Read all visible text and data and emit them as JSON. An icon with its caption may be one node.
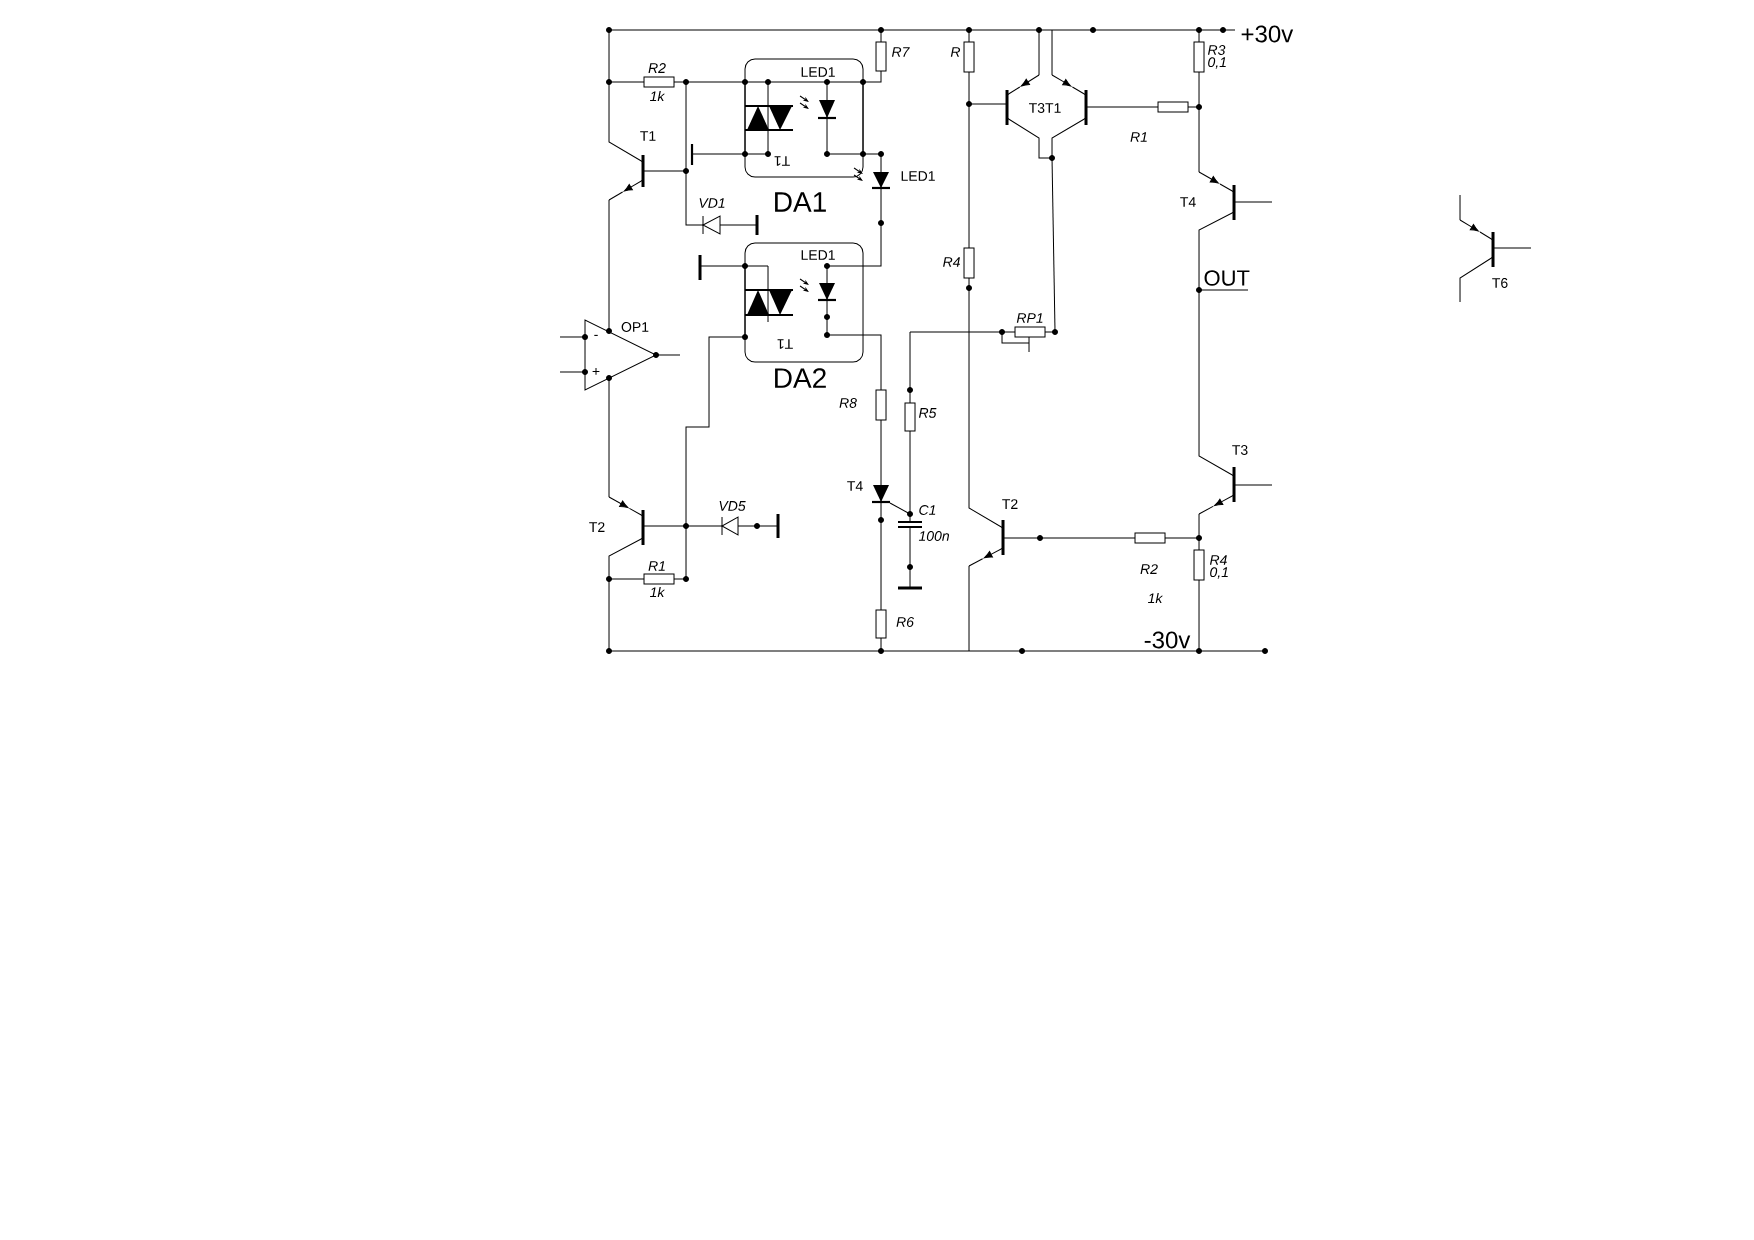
{
  "diagram": {
    "nodes": [
      {
        "text": [
          "LED1",
          "T1"
        ],
        "beside": [
          "DA1"
        ]
      },
      {
        "text": [
          "LED1",
          "T1"
        ],
        "beside": [
          "DA2"
        ]
      }
    ],
    "labels": [
      "R2",
      "R7",
      "R",
      "R3",
      "+30v",
      "0,1",
      "1k",
      "T3T1",
      "R1",
      "T1",
      "LED1",
      "T4",
      "VD1",
      "R4",
      "OUT",
      "RP1",
      "OP1",
      "-",
      "+",
      "R8",
      "R5",
      "T3",
      "T4",
      "T2",
      "VD5",
      "C1",
      "T2",
      "100n",
      "R1",
      "R2",
      "R4",
      "0,1",
      "1k",
      "1k",
      "R6",
      "-30v",
      "T6"
    ]
  }
}
